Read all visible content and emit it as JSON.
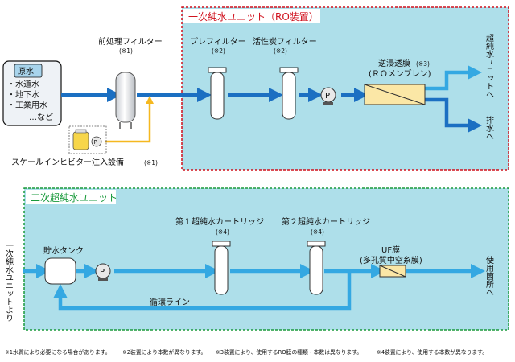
{
  "colors": {
    "flow_blue": "#1b6fc2",
    "flow_light_blue": "#34a8e2",
    "chemical_line": "#f5b820",
    "unit_bg": "#aedfea",
    "ro_border": "#d0101c",
    "uf_border": "#1a9a3c",
    "raw_box_bg": "#eef2f6"
  },
  "raw_water": {
    "title": "原水",
    "items": [
      "・水道水",
      "・地下水",
      "・工業用水",
      "…など"
    ]
  },
  "prefilter": {
    "label": "前処理フィルター",
    "note": "(※1)"
  },
  "scale_inhibitor": {
    "label": "スケールインヒビター注入設備",
    "note": "(※1)"
  },
  "ro_unit": {
    "title": "一次純水ユニット（RO装置）",
    "prefilter_label": "プレフィルター",
    "prefilter_note": "(※2)",
    "carbon_label": "活性炭フィルター",
    "carbon_note": "(※2)",
    "membrane_label": "逆浸透膜",
    "membrane_note": "(※3)",
    "membrane_sub": "(ＲＯメンブレン)"
  },
  "outputs": {
    "to_ultrapure": "超純水ユニットへ",
    "to_drain": "排水へ",
    "to_usepoint": "使用箇所へ"
  },
  "uf_unit": {
    "title": "二次超純水ユニット",
    "inlet": "一次純水ユニットより",
    "tank_label": "貯水タンク",
    "cartridge1_label": "第１超純水カートリッジ",
    "cartridge1_note": "(※4)",
    "cartridge2_label": "第２超純水カートリッジ",
    "cartridge2_note": "(※4)",
    "uf_label": "UF膜",
    "uf_sub": "(多孔質中空糸膜)",
    "loop_label": "循環ライン"
  },
  "footnotes": [
    "※1水質により必要になる場合があります。",
    "※2装置により本数が異なります。",
    "※3装置により、使用するRO膜の種類・本数は異なります。",
    "※4装置により、使用する本数が異なります。"
  ]
}
